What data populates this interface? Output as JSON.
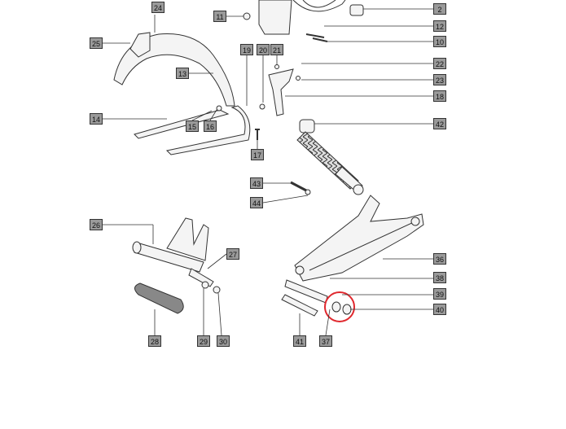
{
  "callouts": [
    "2",
    "10",
    "11",
    "12",
    "13",
    "14",
    "15",
    "16",
    "17",
    "18",
    "19",
    "20",
    "21",
    "22",
    "23",
    "24",
    "25",
    "26",
    "27",
    "28",
    "29",
    "30",
    "36",
    "37",
    "38",
    "39",
    "40",
    "41",
    "42",
    "43",
    "44"
  ],
  "highlight": {
    "color": "#e0282e",
    "target": "parts 39 and 40"
  },
  "colors": {
    "line": "#333333",
    "label_fill": "#9a9a9a",
    "part_fill": "#f4f4f4"
  }
}
